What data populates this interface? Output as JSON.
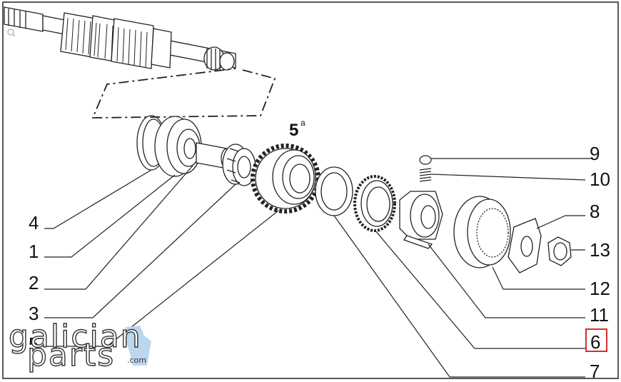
{
  "diagram": {
    "part_labels": {
      "p9": "9",
      "p10": "10",
      "p8": "8",
      "p13": "13",
      "p12": "12",
      "p11": "11",
      "p6": "6",
      "p7": "7",
      "p4": "4",
      "p1": "1",
      "p2": "2",
      "p3": "3",
      "p5": "5"
    },
    "gear_label": "5",
    "gear_label_sup": "a",
    "highlighted_part": "6",
    "highlight_color": "#d32f2f"
  },
  "watermark": {
    "line1": "galician",
    "line2": "parts",
    "suffix": ".com",
    "accent_color": "#bcd6ee"
  }
}
